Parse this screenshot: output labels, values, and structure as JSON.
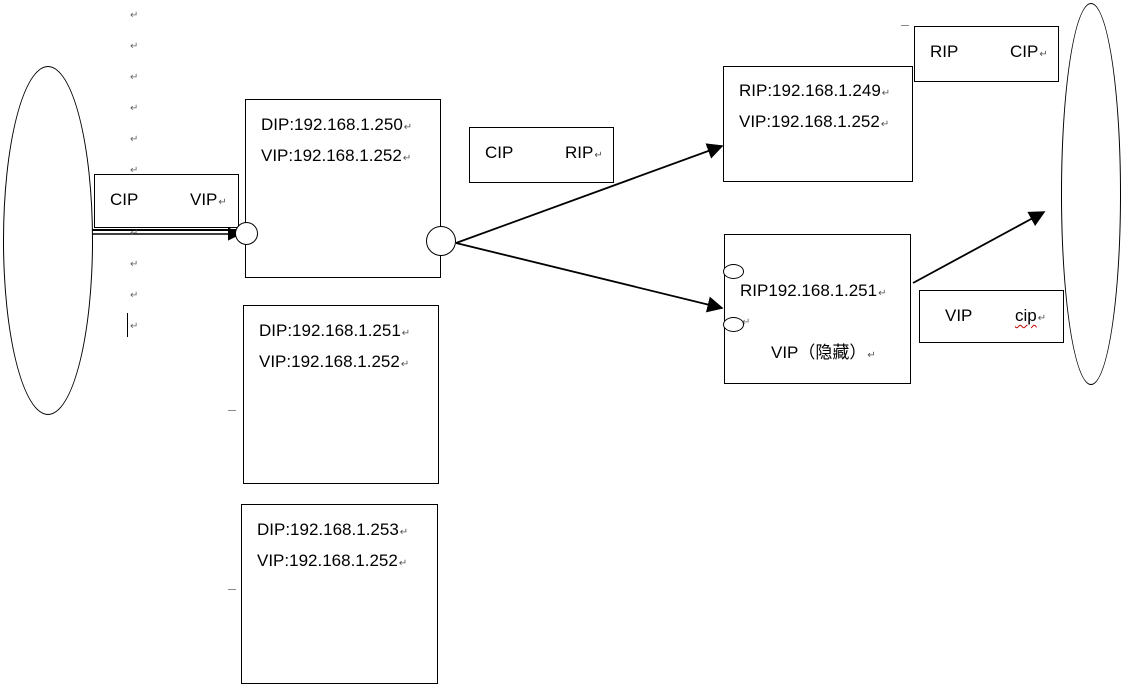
{
  "diagram": {
    "client_packet": {
      "src": "CIP",
      "dst": "VIP"
    },
    "director": {
      "primary": {
        "dip": "DIP:192.168.1.250",
        "vip": "VIP:192.168.1.252"
      },
      "standby_1": {
        "dip": "DIP:192.168.1.251",
        "vip": "VIP:192.168.1.252"
      },
      "standby_2": {
        "dip": "DIP:192.168.1.253",
        "vip": "VIP:192.168.1.252"
      }
    },
    "forward_packet": {
      "src": "CIP",
      "dst": "RIP"
    },
    "real_server_1": {
      "rip": "RIP:192.168.1.249",
      "vip": "VIP:192.168.1.252"
    },
    "real_server_1_reply": {
      "src": "RIP",
      "dst": "CIP"
    },
    "real_server_2": {
      "rip": "RIP192.168.1.251",
      "vip": "VIP（隐藏）"
    },
    "real_server_2_reply": {
      "src": "VIP",
      "dst": "cip"
    }
  },
  "colors": {
    "line": "#000000",
    "spellcheck": "#c00000"
  }
}
